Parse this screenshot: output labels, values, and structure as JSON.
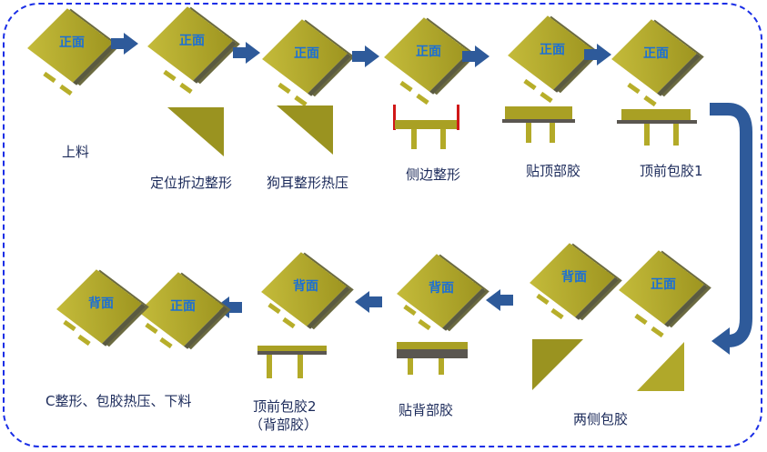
{
  "front_label": "正面",
  "back_label": "背面",
  "top_steps": [
    "上料",
    "定位折边整形",
    "狗耳整形热压",
    "侧边整形",
    "贴顶部胶",
    "顶前包胶1"
  ],
  "bottom_steps": {
    "side_wrap": "两侧包胶",
    "back_tape": "贴背部胶",
    "top_front_wrap2_line1": "顶前包胶2",
    "top_front_wrap2_line2": "（背部胶）",
    "final": "C整形、包胶热压、下料"
  },
  "colors": {
    "arrow": "#2e5a9a",
    "cell": "#b0a82a",
    "label": "#1a6fd6",
    "frame": "#1a2ee6"
  }
}
